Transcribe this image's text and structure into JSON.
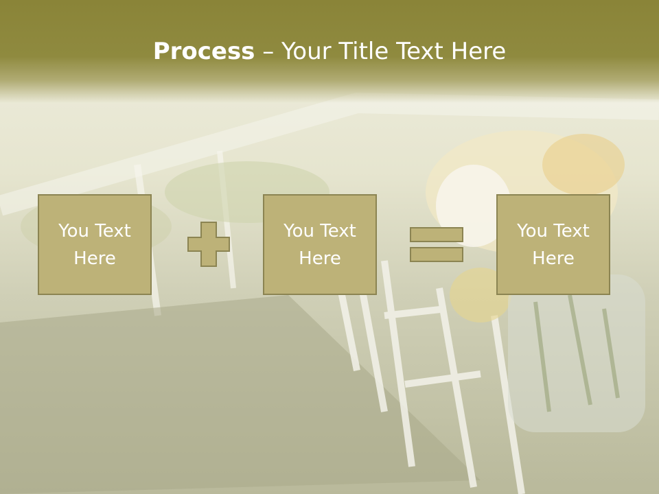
{
  "slide": {
    "title_bold": "Process",
    "title_rest": " – Your Title Text Here",
    "boxes": [
      {
        "line1": "You Text",
        "line2": "Here"
      },
      {
        "line1": "You Text",
        "line2": "Here"
      },
      {
        "line1": "You Text",
        "line2": "Here"
      }
    ],
    "operators": [
      "plus-icon",
      "equals-icon"
    ],
    "colors": {
      "title_band": "#8f8a3f",
      "box_fill": "#bdb278",
      "box_border": "#8b8452",
      "text": "#ffffff"
    }
  }
}
